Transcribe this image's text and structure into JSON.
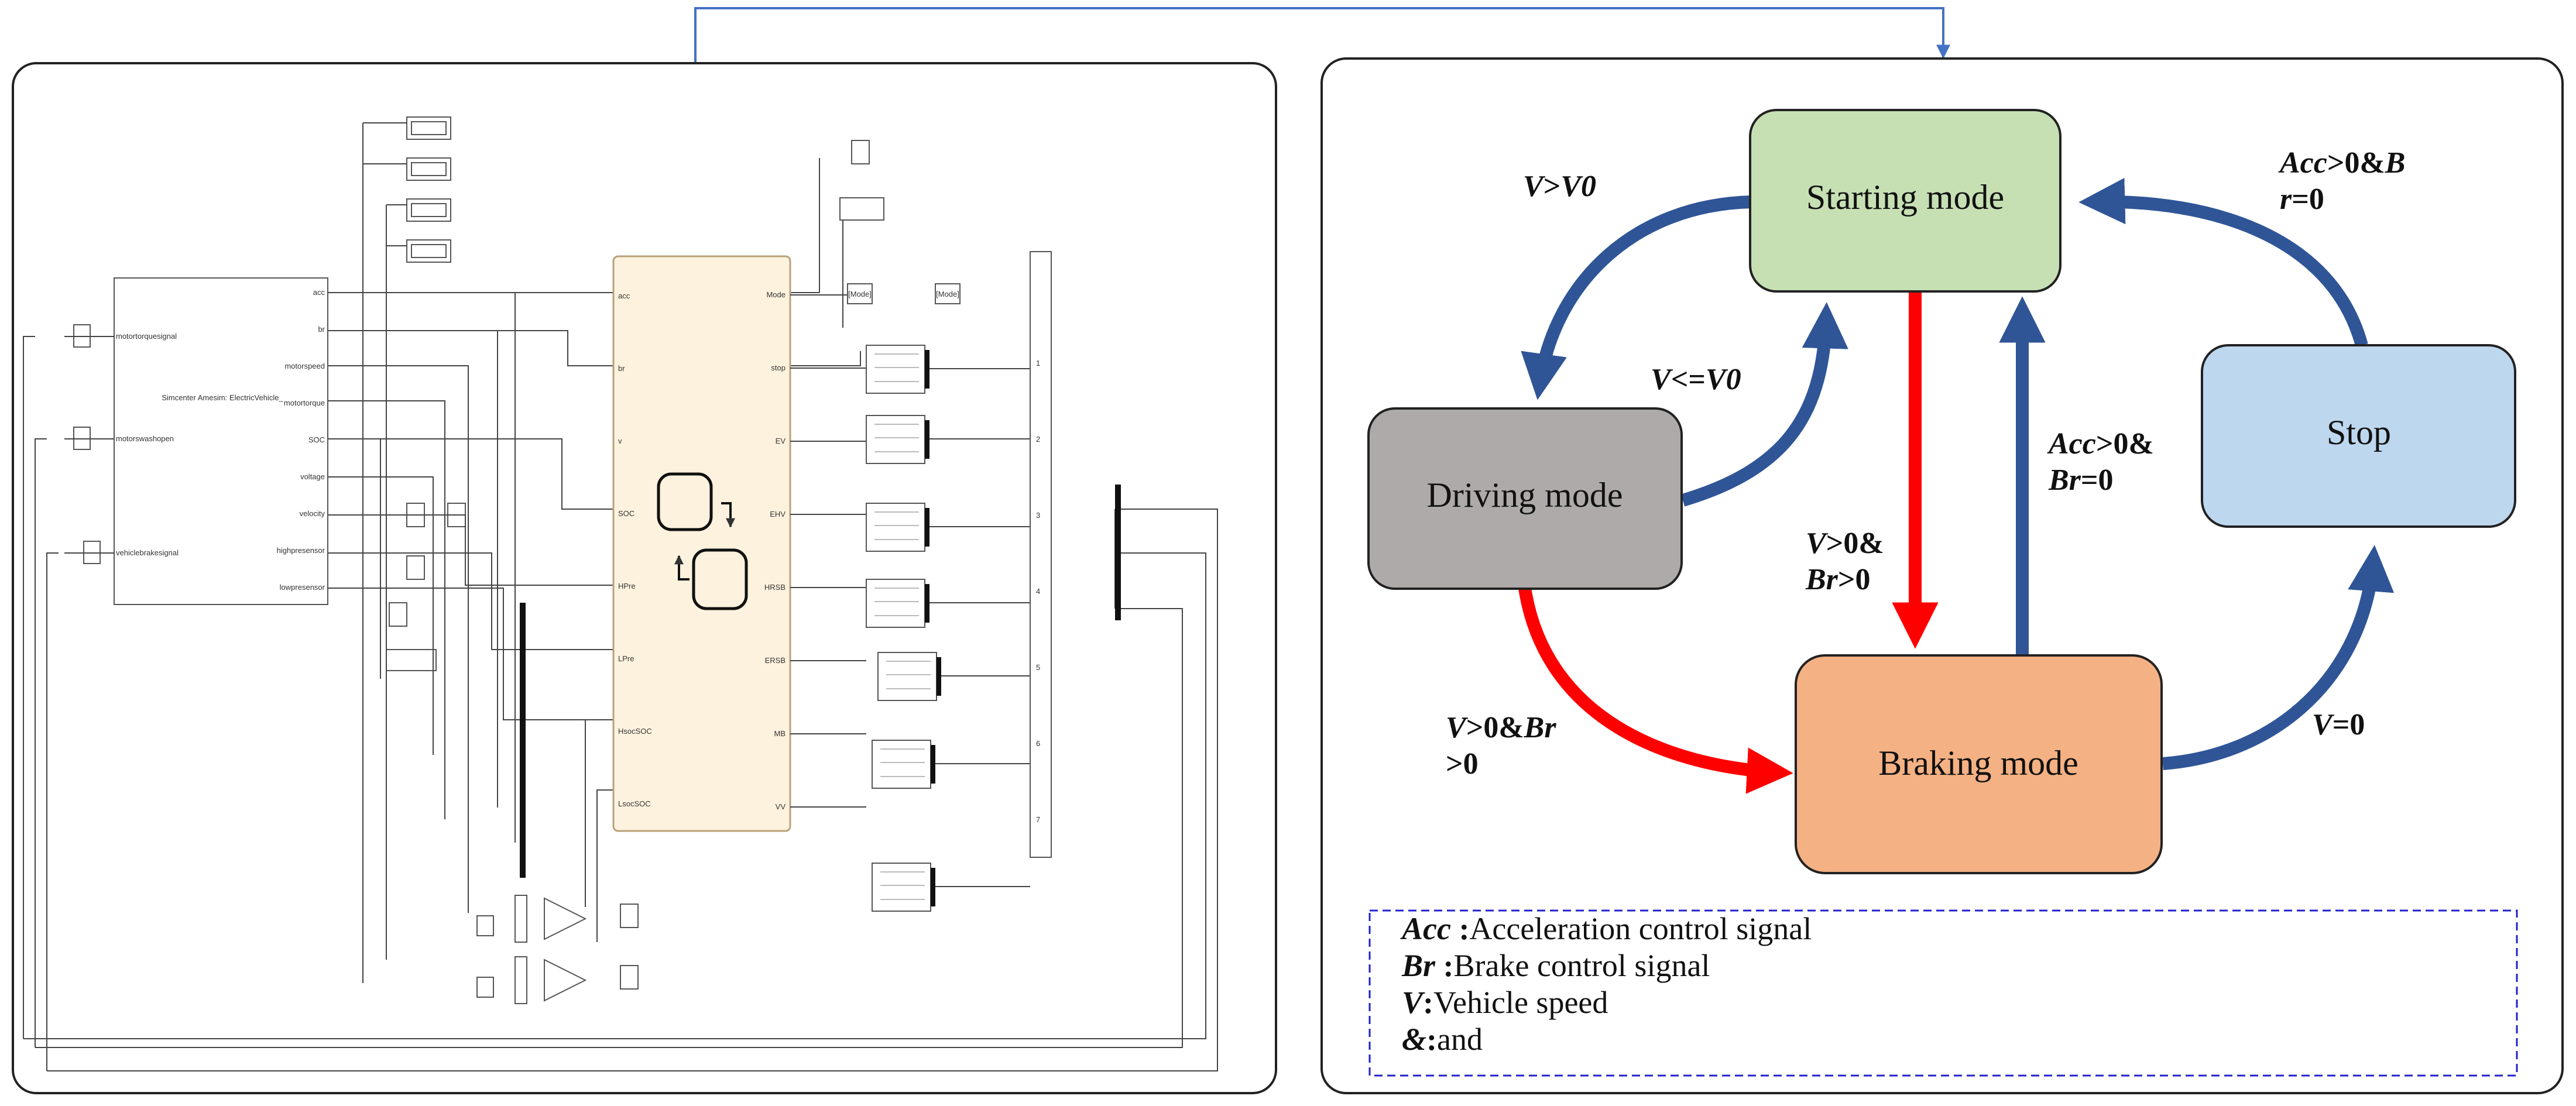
{
  "simulink": {
    "vehicle_block": {
      "title": "Simcenter Amesim: ElectricVehicle_",
      "outputs": [
        "acc",
        "br",
        "motorspeed",
        "motortorque",
        "SOC",
        "voltage",
        "velocity",
        "highpresensor",
        "lowpresensor"
      ]
    },
    "input_signals": [
      "motortorquesignal",
      "motorswashopen",
      "vehiclebrakesignal"
    ],
    "chart_block": {
      "inputs": [
        "acc",
        "br",
        "v",
        "SOC",
        "HPre",
        "LPre",
        "HsocSOC",
        "LsocSOC"
      ],
      "outputs": [
        "Mode",
        "stop",
        "EV",
        "EHV",
        "HRSB",
        "ERSB",
        "MB",
        "VV"
      ]
    },
    "goto_tags": [
      "[Mode]",
      "[Mode]"
    ],
    "mux_ports": [
      "1",
      "2",
      "3",
      "4",
      "5",
      "6",
      "7"
    ]
  },
  "state_machine": {
    "states": {
      "starting": "Starting mode",
      "driving": "Driving mode",
      "braking": "Braking mode",
      "stop": "Stop"
    },
    "colors": {
      "starting": "#c6e0b4",
      "driving": "#aeaaaa",
      "braking": "#f4b183",
      "stop": "#bdd7ee",
      "blue_arrow": "#2f5597",
      "red_arrow": "#ff0000",
      "legend_border": "#2222cc",
      "link_line": "#4472c4"
    },
    "conditions": {
      "start_to_drive": [
        "V>V0"
      ],
      "drive_to_start": [
        "V<=V0"
      ],
      "start_to_brake": [
        "V>0&",
        "Br>0"
      ],
      "brake_to_start": [
        "Acc>0&",
        "Br=0"
      ],
      "drive_to_brake": [
        "V>0&Br",
        ">0"
      ],
      "brake_to_stop": [
        "V=0"
      ],
      "stop_to_start": [
        "Acc>0&B",
        "r=0"
      ]
    },
    "legend": [
      {
        "key": "Acc",
        "sep": " :",
        "text": "Acceleration control signal"
      },
      {
        "key": "Br",
        "sep": " :",
        "text": "Brake control signal"
      },
      {
        "key": "V",
        "sep": ":",
        "text": "Vehicle speed"
      },
      {
        "key": "&",
        "sep": ":",
        "text": "and"
      }
    ]
  }
}
